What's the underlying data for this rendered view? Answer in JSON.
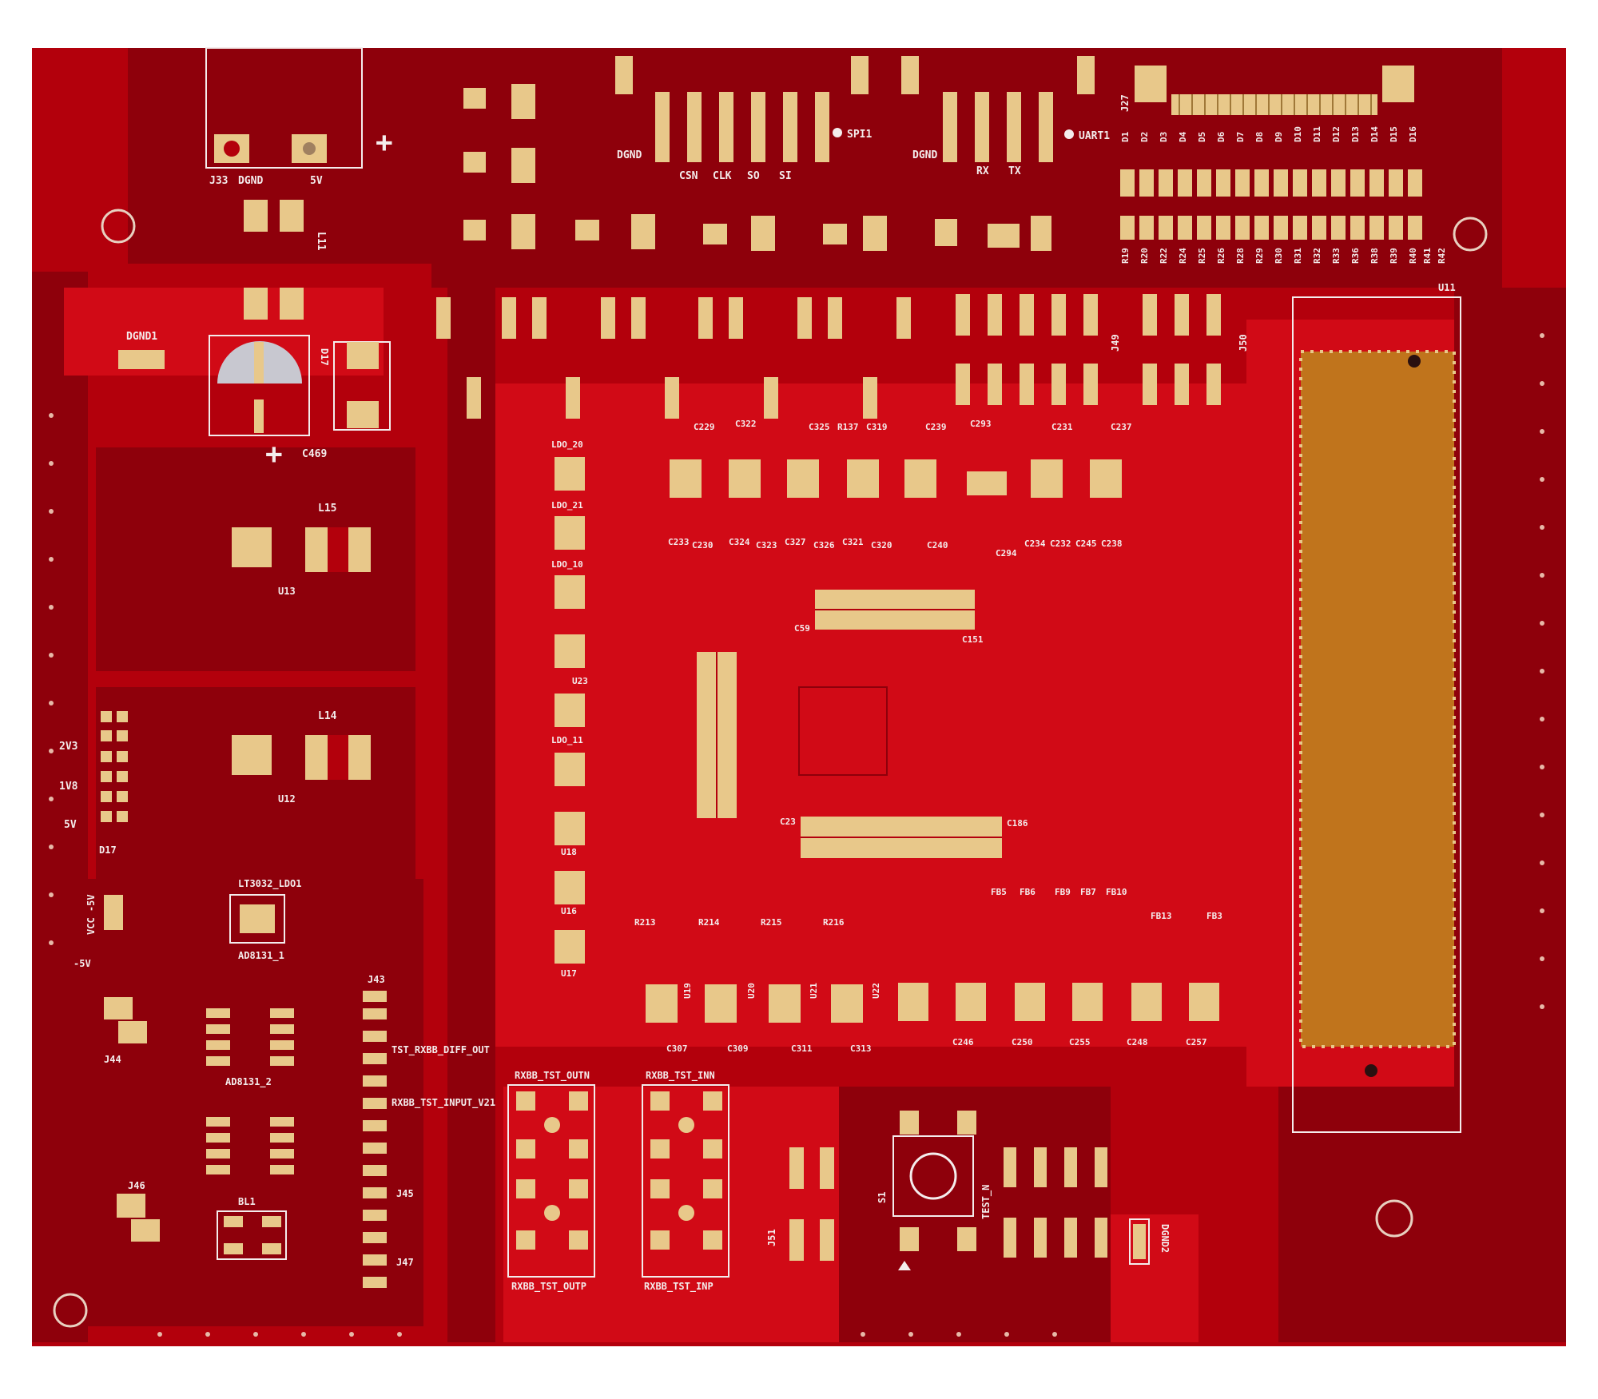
{
  "board": {
    "colors": {
      "background": "#ffffff",
      "mask": "#b3000c",
      "mask_bright": "#d10a16",
      "mask_dark": "#8e000b",
      "pad": "#e8c88a",
      "silkscreen": "#f4ecec"
    }
  },
  "connectors": {
    "j33": "J33",
    "j33_dgnd": "DGND",
    "j33_5v": "5V",
    "spi_dgnd": "DGND",
    "spi_pins": [
      "CSN",
      "CLK",
      "SO",
      "SI"
    ],
    "spi_label": "SPI1",
    "uart_dgnd": "DGND",
    "uart_pins": [
      "RX",
      "TX"
    ],
    "uart_label": "UART1",
    "j27": "J27",
    "j49": "J49",
    "j50": "J50",
    "j43": "J43",
    "j44": "J44",
    "j45": "J45",
    "j46": "J46",
    "j47": "J47",
    "j51": "J51",
    "u11": "U11"
  },
  "labels": {
    "dgnd1": "DGND1",
    "dgnd2": "DGND2",
    "l11": "L11",
    "d17_top": "D17",
    "c469": "C469",
    "l15": "L15",
    "l14": "L14",
    "u13": "U13",
    "u12": "U12",
    "lt3032": "LT3032_LDO1",
    "ad8131_1": "AD8131_1",
    "ad8131_2": "AD8131_2",
    "bl1": "BL1",
    "tst_rxbb_diff_out": "TST_RXBB_DIFF_OUT",
    "rxbb_tst_input_v21": "RXBB_TST_INPUT_V21",
    "rxbb_tst_outn": "RXBB_TST_OUTN",
    "rxbb_tst_outp": "RXBB_TST_OUTP",
    "rxbb_tst_inn": "RXBB_TST_INN",
    "rxbb_tst_inp": "RXBB_TST_INP",
    "s1": "S1",
    "test_n": "TEST_N",
    "v2v3": "2V3",
    "v1v8": "1V8",
    "v5": "5V",
    "vcc_neg": "VCC -5V",
    "neg5v": "-5V",
    "d17": "D17",
    "c59": "C59",
    "c23": "C23",
    "c151": "C151",
    "c186": "C186",
    "ldo_labels": [
      "LDO_20",
      "LDO_21",
      "LDO_10",
      "LDO_11"
    ],
    "u_labels": [
      "U23",
      "U18",
      "U16",
      "U17",
      "U19",
      "U20",
      "U21",
      "U22"
    ],
    "led_row": [
      "D1",
      "D2",
      "D3",
      "D4",
      "D5",
      "D6",
      "D7",
      "D8",
      "D9",
      "D10",
      "D11",
      "D12",
      "D13",
      "D14",
      "D15",
      "D16"
    ],
    "res_row": [
      "R19",
      "R20",
      "R22",
      "R24",
      "R25",
      "R26",
      "R28",
      "R29",
      "R30",
      "R31",
      "R32",
      "R33",
      "R36",
      "R38",
      "R39",
      "R40",
      "R41",
      "R42"
    ],
    "cap_row_top": [
      "C229",
      "C322",
      "C325",
      "R137",
      "C319",
      "C239",
      "C293",
      "C231",
      "C237"
    ],
    "cap_row_mid": [
      "C233",
      "C230",
      "C324",
      "C323",
      "C327",
      "C326",
      "C321",
      "C320",
      "C240",
      "C294",
      "C234",
      "C232",
      "C245",
      "C238"
    ],
    "bottom_res": [
      "R213",
      "R214",
      "R215",
      "R216"
    ],
    "bottom_caps": [
      "C307",
      "C309",
      "C311",
      "C313",
      "C246",
      "C250",
      "C255",
      "C248",
      "C257"
    ],
    "fb_row": [
      "FB5",
      "FB6",
      "FB9",
      "FB7",
      "FB10",
      "FB13",
      "FB3"
    ]
  }
}
